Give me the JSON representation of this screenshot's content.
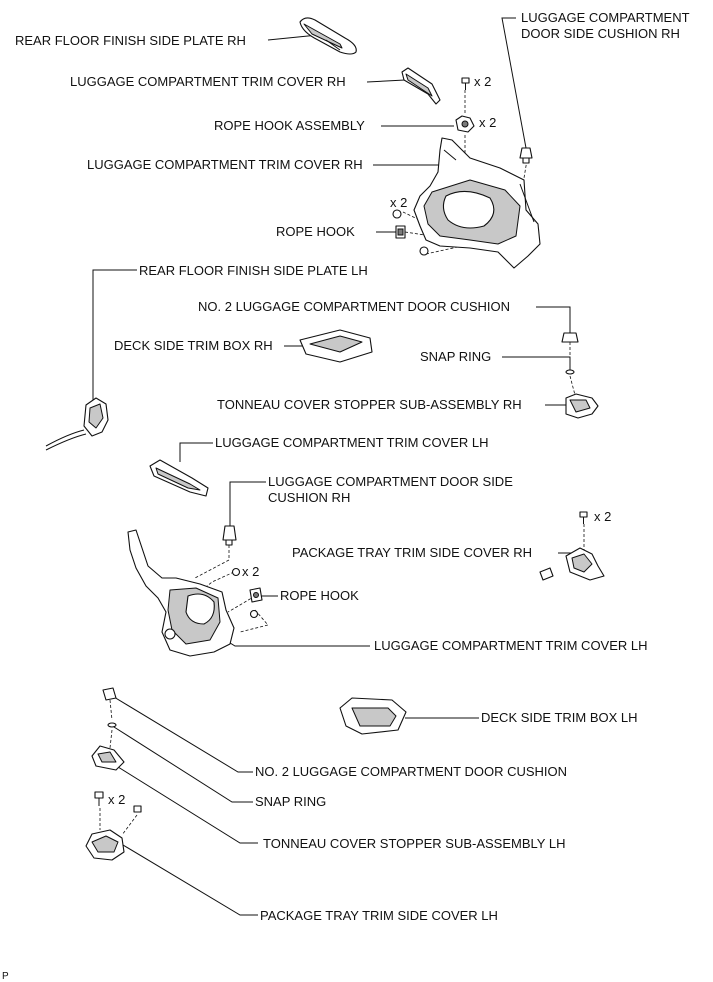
{
  "labels": {
    "rear_floor_finish_side_plate_rh": "REAR FLOOR FINISH SIDE PLATE RH",
    "luggage_compartment_door_side_cushion_rh_top_1": "LUGGAGE COMPARTMENT",
    "luggage_compartment_door_side_cushion_rh_top_2": "DOOR SIDE CUSHION RH",
    "luggage_compartment_trim_cover_rh_upper": "LUGGAGE COMPARTMENT TRIM COVER RH",
    "rope_hook_assembly": "ROPE HOOK ASSEMBLY",
    "luggage_compartment_trim_cover_rh_main": "LUGGAGE COMPARTMENT TRIM COVER RH",
    "rope_hook_rh": "ROPE HOOK",
    "rear_floor_finish_side_plate_lh": "REAR FLOOR FINISH SIDE PLATE LH",
    "no2_luggage_compartment_door_cushion_rh": "NO. 2 LUGGAGE COMPARTMENT DOOR CUSHION",
    "deck_side_trim_box_rh": "DECK SIDE TRIM BOX RH",
    "snap_ring_rh": "SNAP RING",
    "tonneau_cover_stopper_sub_assembly_rh": "TONNEAU COVER STOPPER SUB-ASSEMBLY RH",
    "luggage_compartment_trim_cover_lh_upper": "LUGGAGE COMPARTMENT TRIM COVER LH",
    "luggage_compartment_door_side_cushion_rh_mid_1": "LUGGAGE COMPARTMENT DOOR SIDE",
    "luggage_compartment_door_side_cushion_rh_mid_2": "CUSHION RH",
    "package_tray_trim_side_cover_rh": "PACKAGE TRAY TRIM SIDE COVER RH",
    "rope_hook_lh": "ROPE HOOK",
    "luggage_compartment_trim_cover_lh_main": "LUGGAGE COMPARTMENT TRIM COVER LH",
    "deck_side_trim_box_lh": "DECK SIDE TRIM BOX LH",
    "no2_luggage_compartment_door_cushion_lh": "NO. 2 LUGGAGE COMPARTMENT DOOR CUSHION",
    "snap_ring_lh": "SNAP RING",
    "tonneau_cover_stopper_sub_assembly_lh": "TONNEAU COVER STOPPER SUB-ASSEMBLY LH",
    "package_tray_trim_side_cover_lh": "PACKAGE TRAY TRIM SIDE COVER LH"
  },
  "quantities": {
    "rh_clip_top": "x 2",
    "rh_rope_hook_assembly": "x 2",
    "rh_rope_hook": "x 2",
    "package_tray_rh_bolt": "x 2",
    "lh_trim_cover_clip": "x 2",
    "package_tray_lh_bolt": "x 2"
  },
  "footer": {
    "code": "P"
  }
}
